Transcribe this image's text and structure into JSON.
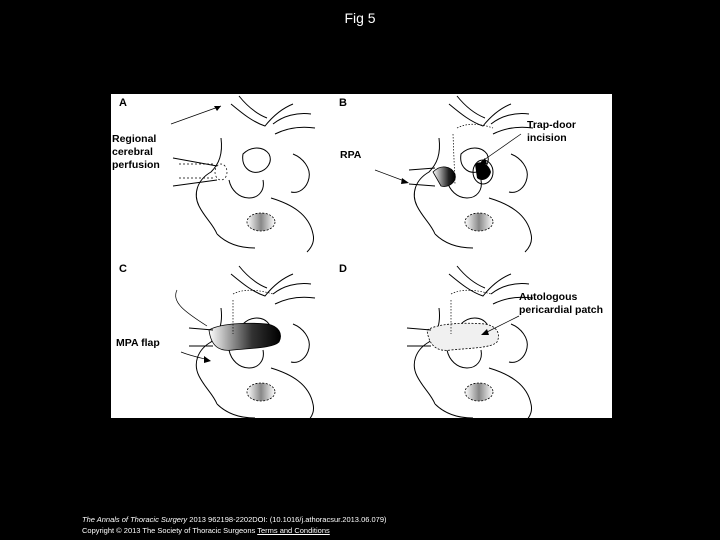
{
  "title": "Fig 5",
  "panels": {
    "a": {
      "label": "A",
      "annotation": [
        "Regional",
        "cerebral",
        "perfusion"
      ]
    },
    "b": {
      "label": "B",
      "annotation_left": "RPA",
      "annotation_right": [
        "Trap-door",
        "incision"
      ]
    },
    "c": {
      "label": "C",
      "annotation": "MPA flap"
    },
    "d": {
      "label": "D",
      "annotation": [
        "Autologous",
        "pericardial patch"
      ]
    }
  },
  "footer": {
    "journal": "The Annals of Thoracic Surgery",
    "citation": " 2013 962198-2202DOI: (10.1016/j.athoracsur.2013.06.079)",
    "copyright": "Copyright © 2013 The Society of Thoracic Surgeons",
    "link": "Terms and Conditions"
  },
  "colors": {
    "background": "#000000",
    "figure_bg": "#ffffff",
    "text": "#ffffff"
  }
}
